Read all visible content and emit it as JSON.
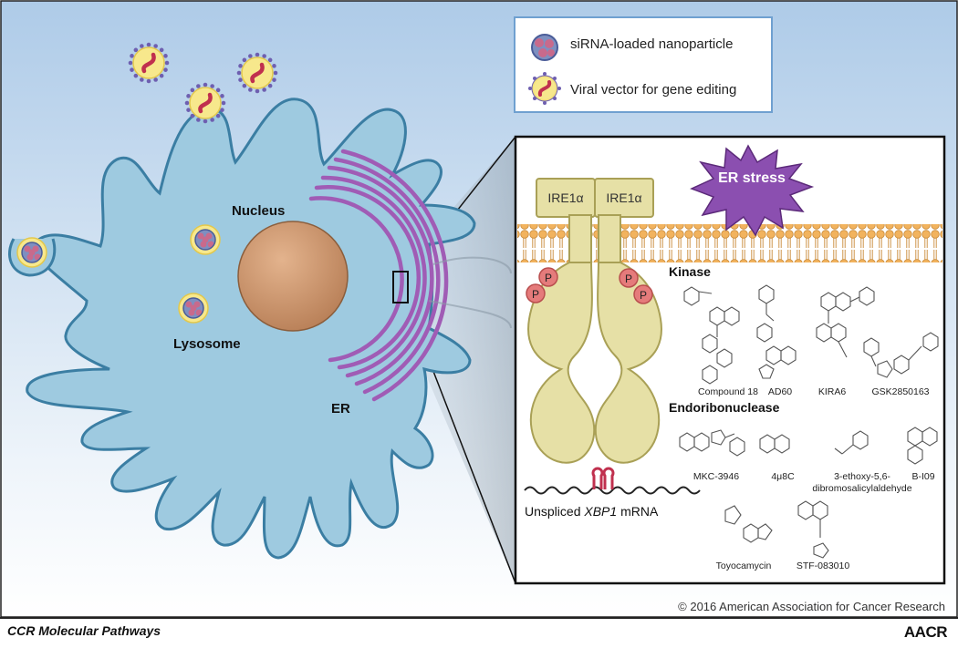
{
  "legend": {
    "nanoparticle_label": "siRNA-loaded nanoparticle",
    "viral_label": "Viral vector for gene editing"
  },
  "cell": {
    "nucleus_label": "Nucleus",
    "lysosome_label": "Lysosome",
    "er_label": "ER"
  },
  "inset": {
    "er_stress_label": "ER stress",
    "ire1_left": "IRE1α",
    "ire1_right": "IRE1α",
    "phospho_label": "P",
    "mrna_label_prefix": "Unspliced ",
    "mrna_label_gene": "XBP1",
    "mrna_label_suffix": " mRNA",
    "kinase_heading": "Kinase",
    "endo_heading": "Endoribonuclease",
    "kinase_compounds": [
      "Compound 18",
      "AD60",
      "KIRA6",
      "GSK2850163"
    ],
    "endo_compounds": [
      "MKC-3946",
      "4μ8C",
      "3-ethoxy-5,6-",
      "dibromosalicylaldehyde",
      "B-I09"
    ],
    "other_compounds": [
      "Toyocamycin",
      "STF-083010"
    ]
  },
  "footer": {
    "copyright": "© 2016 American Association for Cancer Research",
    "journal": "CCR Molecular Pathways",
    "publisher": "AACR"
  },
  "colors": {
    "background_top": "#aecbe8",
    "background_bottom": "#ffffff",
    "cell_fill": "#9ecae0",
    "cell_stroke": "#3b7ea3",
    "nucleus": "#c8926a",
    "er": "#a05cb5",
    "protein": "#e6e0a6",
    "phospho": "#e57b7b",
    "er_stress": "#8b4fb0",
    "membrane": "#f2b35e"
  }
}
